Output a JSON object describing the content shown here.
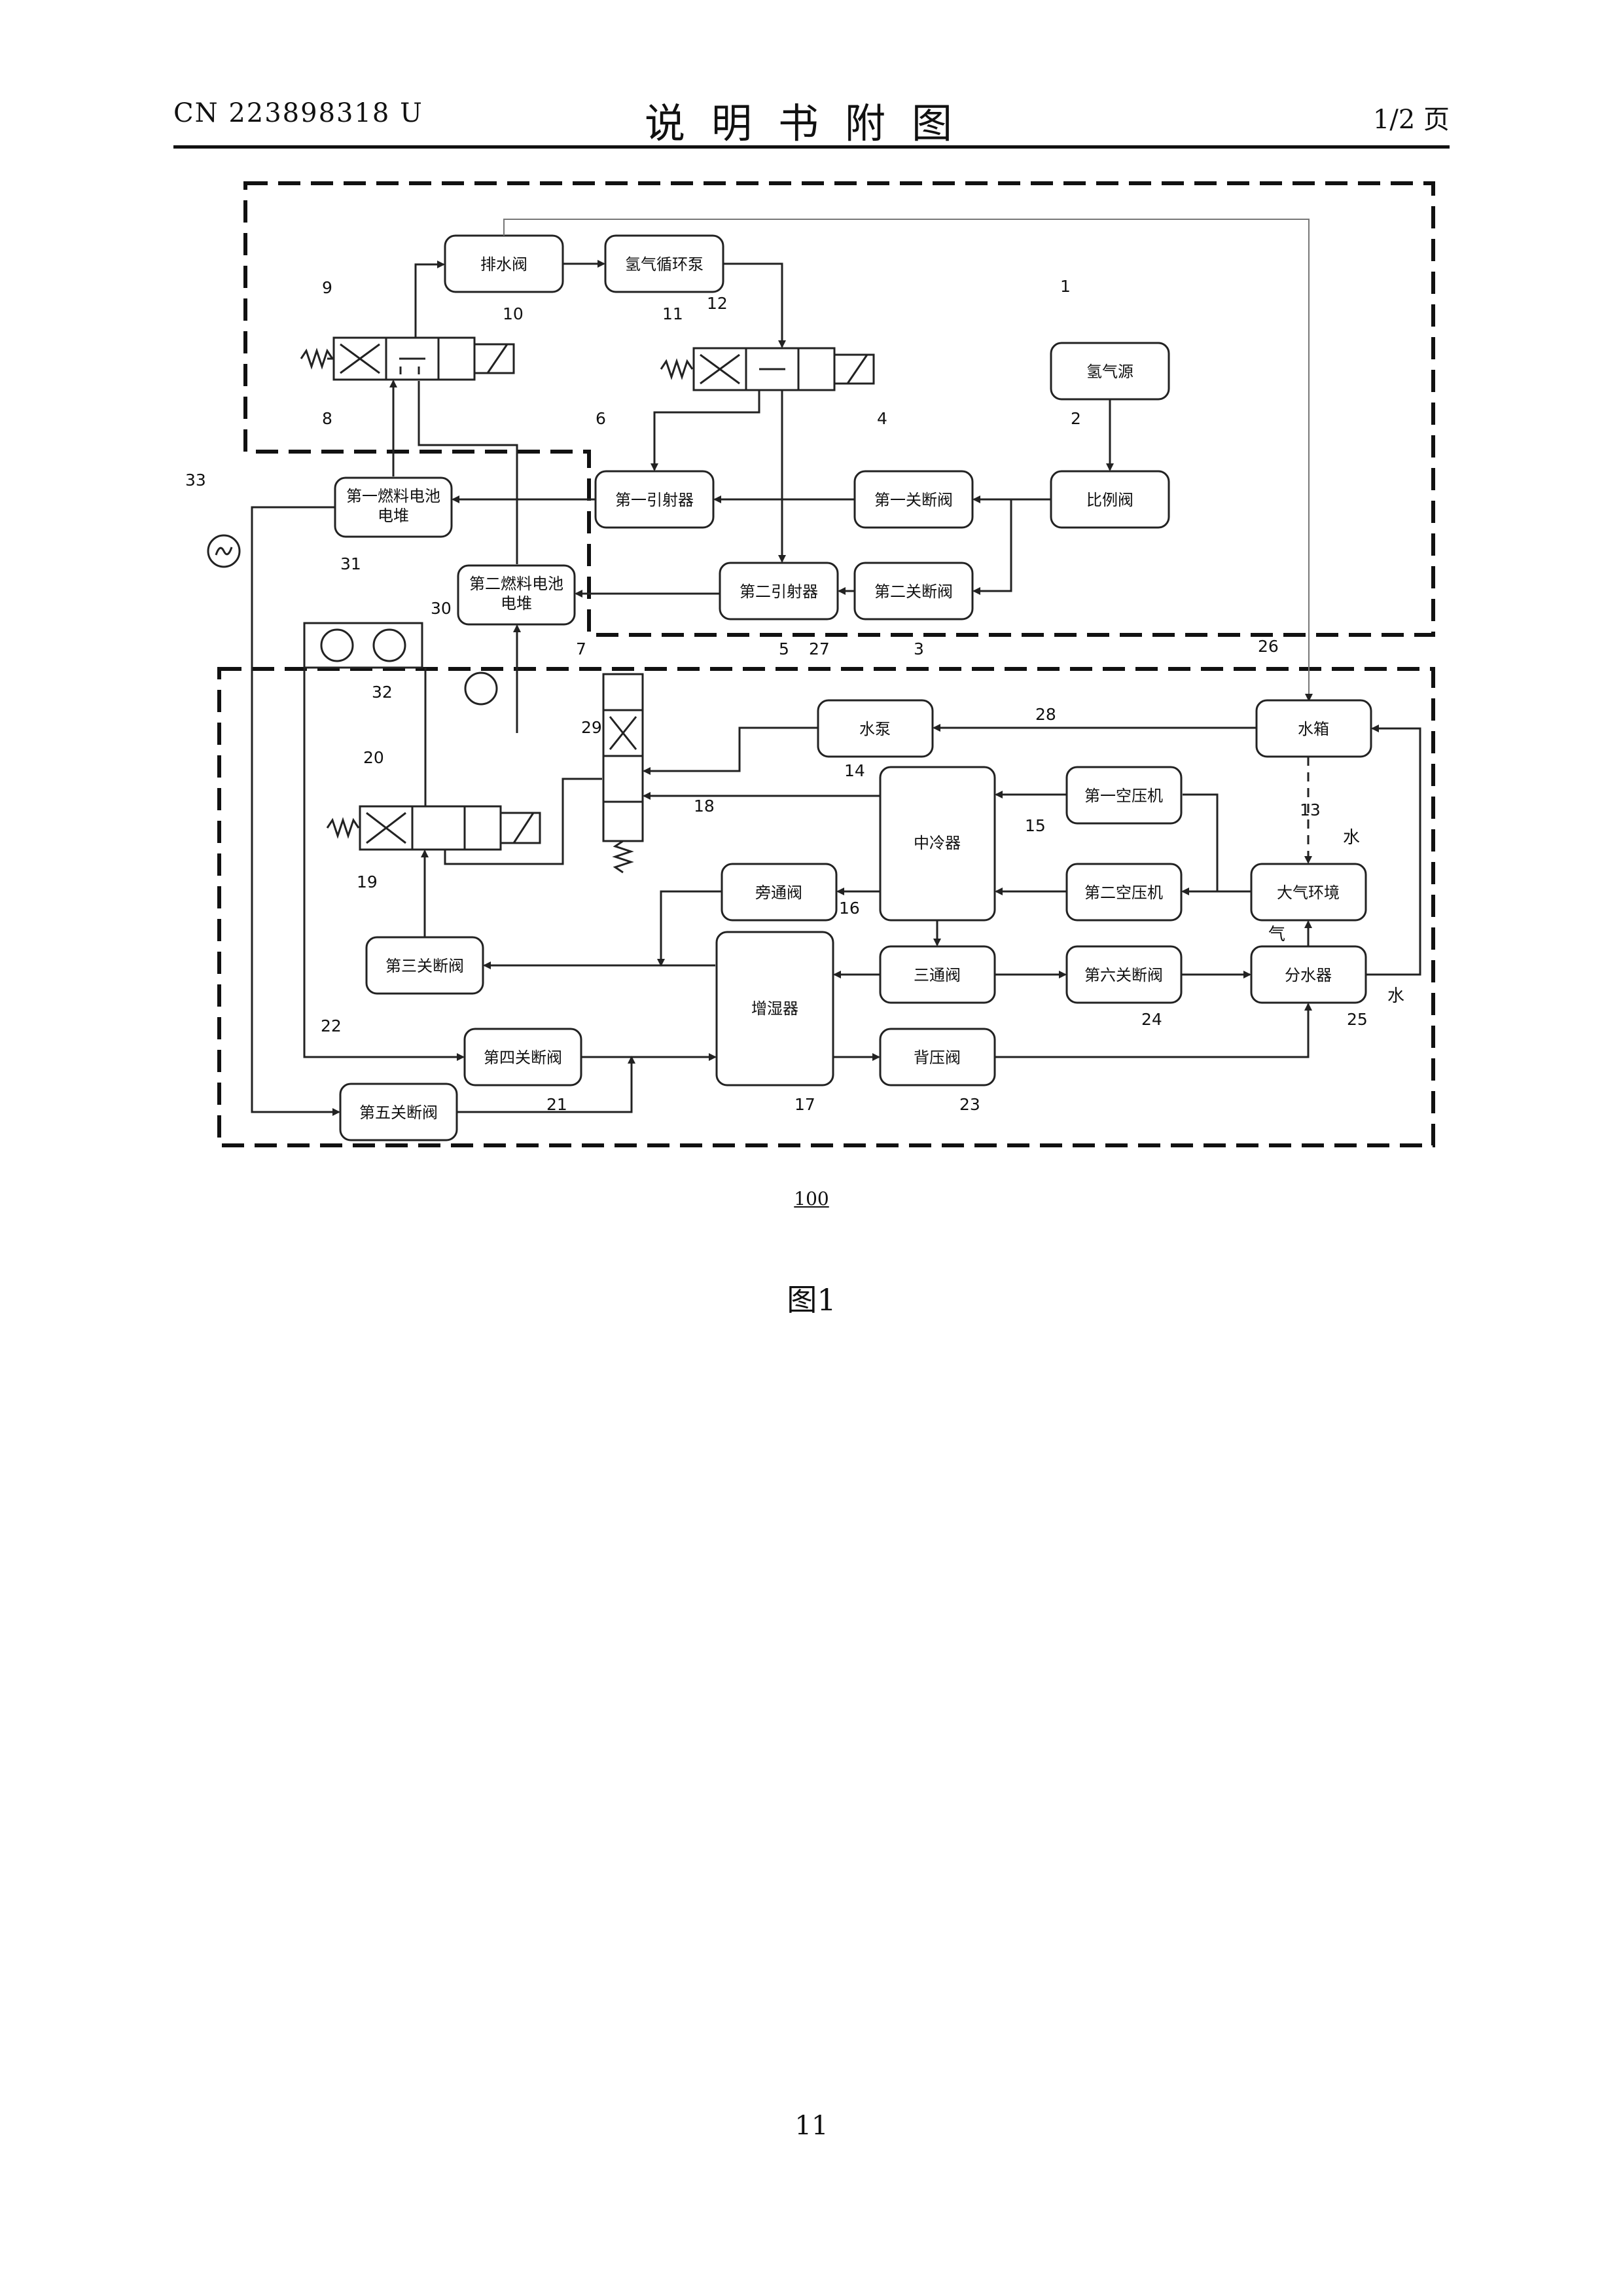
{
  "header": {
    "doc_number": "CN 223898318 U",
    "title": "说明书附图",
    "page": "1/2 页"
  },
  "diagram": {
    "components": {
      "c1": "氢气源",
      "c2": "比例阀",
      "c3": "第二关断阀",
      "c4": "第一关断阀",
      "c5": "第二引射器",
      "c6": "第一引射器",
      "c7a": "第二燃料电池",
      "c7b": "电堆",
      "c8a": "第一燃料电池",
      "c8b": "电堆",
      "c10": "排水阀",
      "c11": "氢气循环泵",
      "c14": "中冷器",
      "c15": "第二空压机",
      "c16": "三通阀",
      "c17": "增湿器",
      "c18": "旁通阀",
      "c19": "第三关断阀",
      "c21": "第四关断阀",
      "c22": "第五关断阀",
      "c13": "大气环境",
      "c23": "背压阀",
      "c24": "第六关断阀",
      "c25": "分水器",
      "c26": "水箱",
      "c27": "水泵",
      "c28": "第一空压机"
    },
    "numbers": [
      "1",
      "2",
      "3",
      "4",
      "5",
      "6",
      "7",
      "8",
      "9",
      "10",
      "11",
      "12",
      "13",
      "14",
      "15",
      "16",
      "17",
      "18",
      "19",
      "20",
      "21",
      "22",
      "23",
      "24",
      "25",
      "26",
      "27",
      "28",
      "29",
      "30",
      "31",
      "32",
      "33"
    ],
    "labels": {
      "water_top": "水",
      "gas": "气",
      "water_right": "水"
    },
    "ref": "100"
  },
  "caption": "图1",
  "page_number": "11"
}
